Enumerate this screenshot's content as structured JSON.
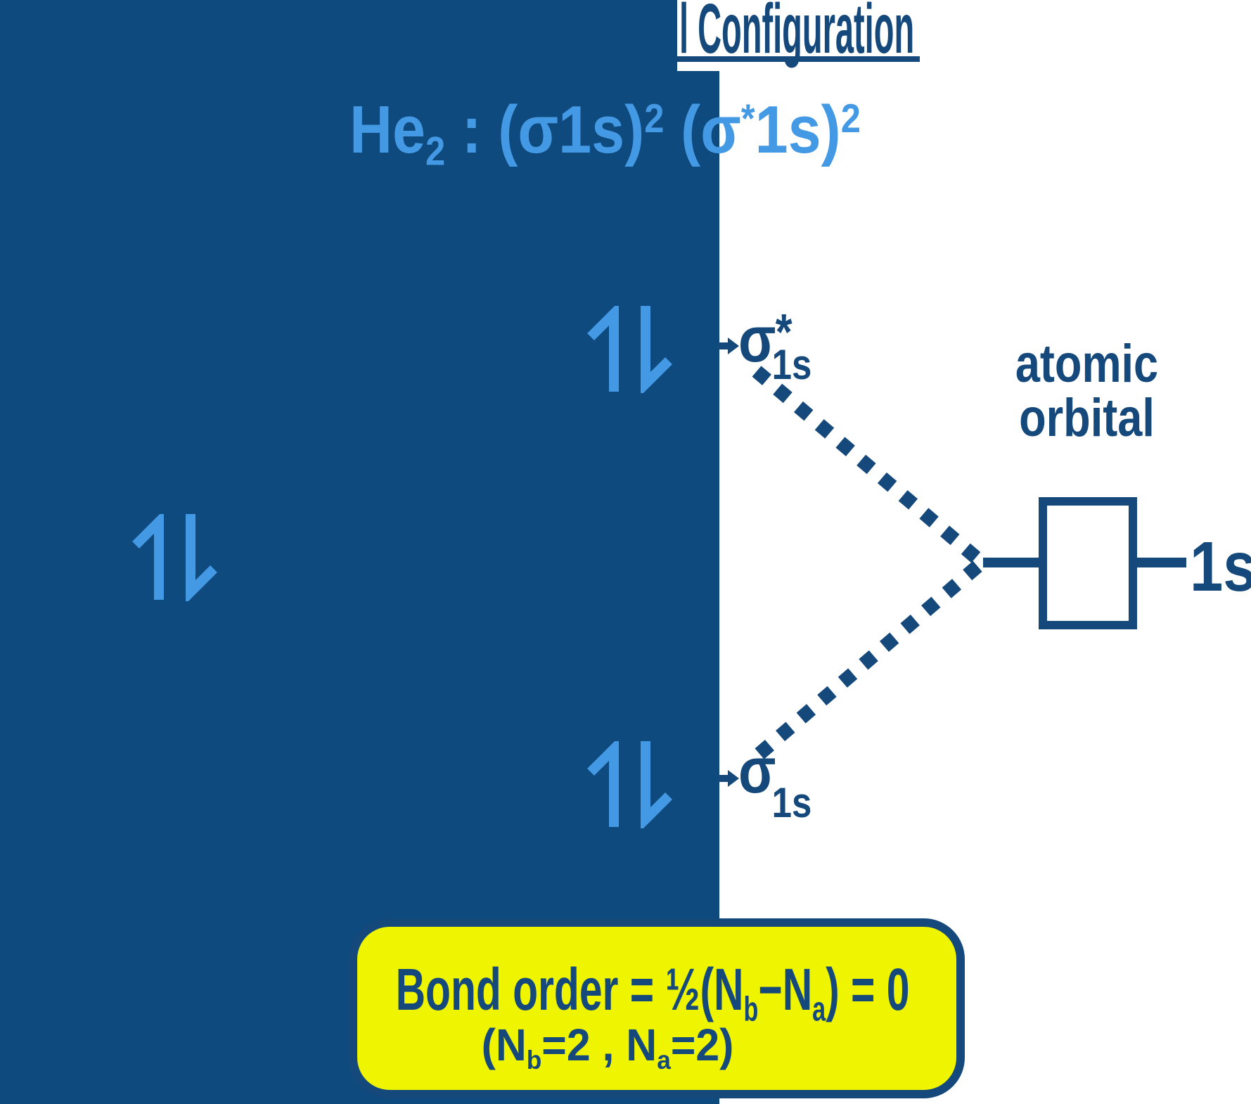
{
  "colors": {
    "navy_panel": "#0e4a7d",
    "navy_text": "#15497c",
    "light_blue": "#4499e4",
    "callout_yellow": "#eff400",
    "background": "#ffffff"
  },
  "title": {
    "visible_text": "l Configuration"
  },
  "config_formula": {
    "element": "He",
    "element_subscript": "2",
    "colon": " : ",
    "term1": "(σ1s)",
    "term1_exponent": "2",
    "term2_open": "(σ",
    "term2_star": "*",
    "term2_rest": "1s)",
    "term2_exponent": "2"
  },
  "orbitals": {
    "antibonding": {
      "symbol": "σ",
      "star": "*",
      "subscript": "1s"
    },
    "bonding": {
      "symbol": "σ",
      "subscript": "1s"
    },
    "atomic_caption_line1": "atomic",
    "atomic_caption_line2": "orbital",
    "atomic_level_label": "1s"
  },
  "bond_order": {
    "line1_prefix": "Bond order = ½(N",
    "line1_sub1": "b",
    "line1_mid": "−N",
    "line1_sub2": "a",
    "line1_suffix": ") = 0",
    "line2_prefix": "(N",
    "line2_sub1": "b",
    "line2_mid": "=2 , N",
    "line2_sub2": "a",
    "line2_suffix": "=2)"
  }
}
